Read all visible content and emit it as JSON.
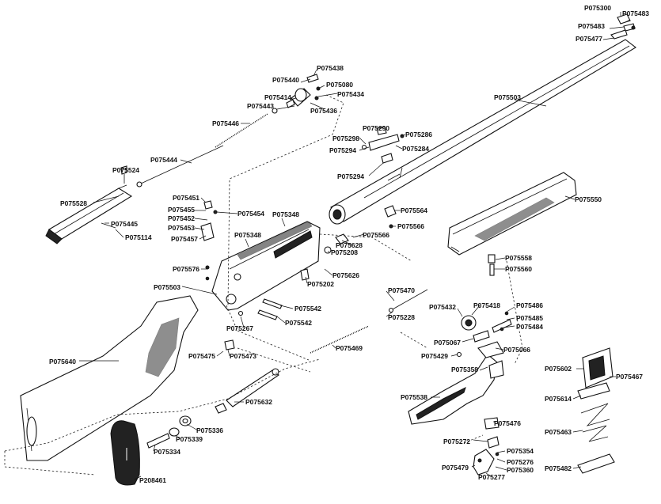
{
  "diagram": {
    "labels": [
      "P075300",
      "P075483",
      "P075483",
      "P075477",
      "P075503",
      "P075440",
      "P075438",
      "P075080",
      "P075414",
      "P075434",
      "P075443",
      "P075436",
      "P075446",
      "P075444",
      "P075524",
      "P075528",
      "P075445",
      "P075114",
      "P075290",
      "P075298",
      "P075286",
      "P075294",
      "P075284",
      "P075294",
      "P075550",
      "P075564",
      "P075566",
      "P075566",
      "P075628",
      "P075208",
      "P075558",
      "P075560",
      "P075451",
      "P075455",
      "P075454",
      "P075452",
      "P075348",
      "P075453",
      "P075457",
      "P075348",
      "P075576",
      "P075626",
      "P075503",
      "P075202",
      "P075542",
      "P075542",
      "P075267",
      "P075470",
      "P075228",
      "P075640",
      "P075475",
      "P075473",
      "P075469",
      "P075432",
      "P075418",
      "P075486",
      "P075485",
      "P075484",
      "P075067",
      "P075066",
      "P075429",
      "P075358",
      "P075538",
      "P075602",
      "P075467",
      "P075614",
      "P075463",
      "P075482",
      "P075632",
      "P075476",
      "P075272",
      "P075354",
      "P075276",
      "P075360",
      "P075479",
      "P075277",
      "P075336",
      "P075339",
      "P075334",
      "P208461"
    ]
  }
}
